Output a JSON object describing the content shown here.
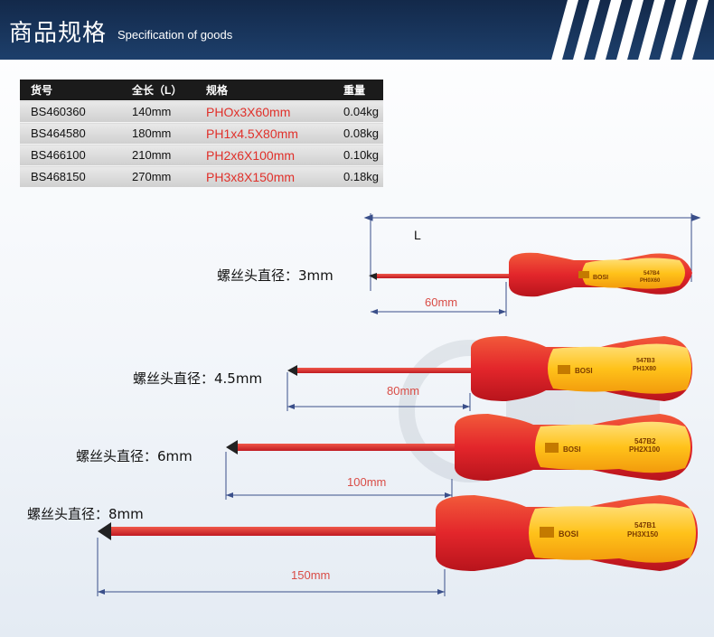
{
  "header": {
    "title_cn": "商品规格",
    "title_en": "Specification of goods"
  },
  "spec_table": {
    "headers": [
      "货号",
      "全长（L）",
      "规格",
      "重量"
    ],
    "rows": [
      [
        "BS460360",
        "140mm",
        "PHOx3X60mm",
        "0.04kg"
      ],
      [
        "BS464580",
        "180mm",
        "PH1x4.5X80mm",
        "0.08kg"
      ],
      [
        "BS466100",
        "210mm",
        "PH2x6X100mm",
        "0.10kg"
      ],
      [
        "BS468150",
        "270mm",
        "PH3x8X150mm",
        "0.18kg"
      ]
    ]
  },
  "diagram": {
    "length_label": "L",
    "screwdrivers": [
      {
        "tip_label": "螺丝头直径：3mm",
        "shaft_label": "60mm",
        "handle_code": "547B4",
        "handle_spec": "PH0X60",
        "brand": "BOSI"
      },
      {
        "tip_label": "螺丝头直径：4.5mm",
        "shaft_label": "80mm",
        "handle_code": "547B3",
        "handle_spec": "PH1X80",
        "brand": "BOSI"
      },
      {
        "tip_label": "螺丝头直径：6mm",
        "shaft_label": "100mm",
        "handle_code": "547B2",
        "handle_spec": "PH2X100",
        "brand": "BOSI"
      },
      {
        "tip_label": "螺丝头直径：8mm",
        "shaft_label": "150mm",
        "handle_code": "547B1",
        "handle_spec": "PH3X150",
        "brand": "BOSI"
      }
    ]
  },
  "colors": {
    "header_bg": "#1d3f6b",
    "handle_red": "#e3262b",
    "handle_yellow": "#ffc21a",
    "dimension_line": "#3a4f8a",
    "dimension_text": "#d94c46"
  }
}
